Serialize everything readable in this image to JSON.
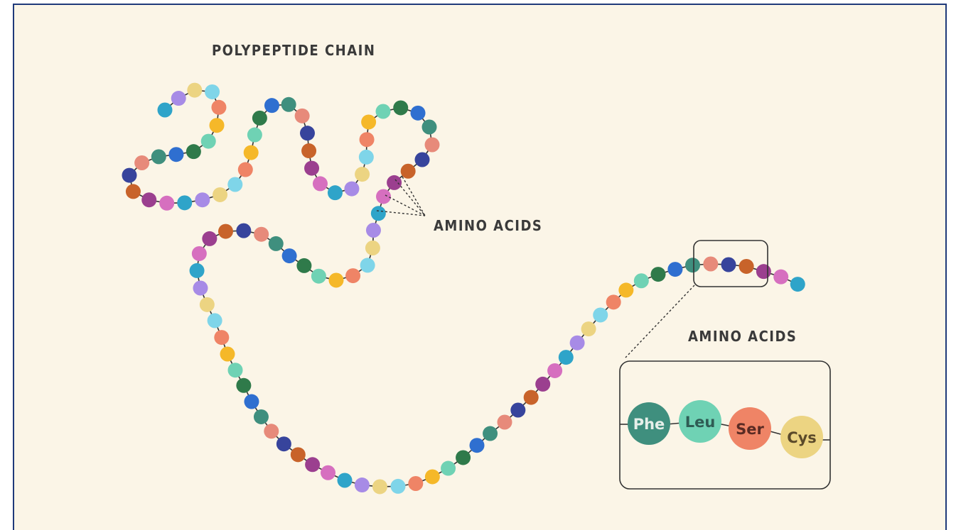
{
  "labels": {
    "title": "POLYPEPTIDE CHAIN",
    "amino_acids_pointer": "AMINO ACIDS",
    "amino_acids_inset": "AMINO ACIDS"
  },
  "inset_residues": [
    {
      "abbr": "Phe",
      "color": "#3f8f7e",
      "text_color": "#e6efe9"
    },
    {
      "abbr": "Leu",
      "color": "#6fd2b4",
      "text_color": "#2f5c54"
    },
    {
      "abbr": "Ser",
      "color": "#ef8466",
      "text_color": "#5a2b24"
    },
    {
      "abbr": "Cys",
      "color": "#ecd482",
      "text_color": "#5b4a2a"
    }
  ],
  "colors": {
    "background": "#fbf5e7",
    "frame_border": "#1f3a7a",
    "chain_link": "#333333",
    "palette": [
      "#6fd2b4",
      "#ef8466",
      "#ecd482",
      "#2fa4c9",
      "#9b3f8f",
      "#37449c",
      "#3f8f7e",
      "#2f7a4a",
      "#f5b829",
      "#7fd5e9",
      "#a78be6",
      "#d66fbf",
      "#c8632a",
      "#e78a7a",
      "#2f6fd0"
    ]
  }
}
